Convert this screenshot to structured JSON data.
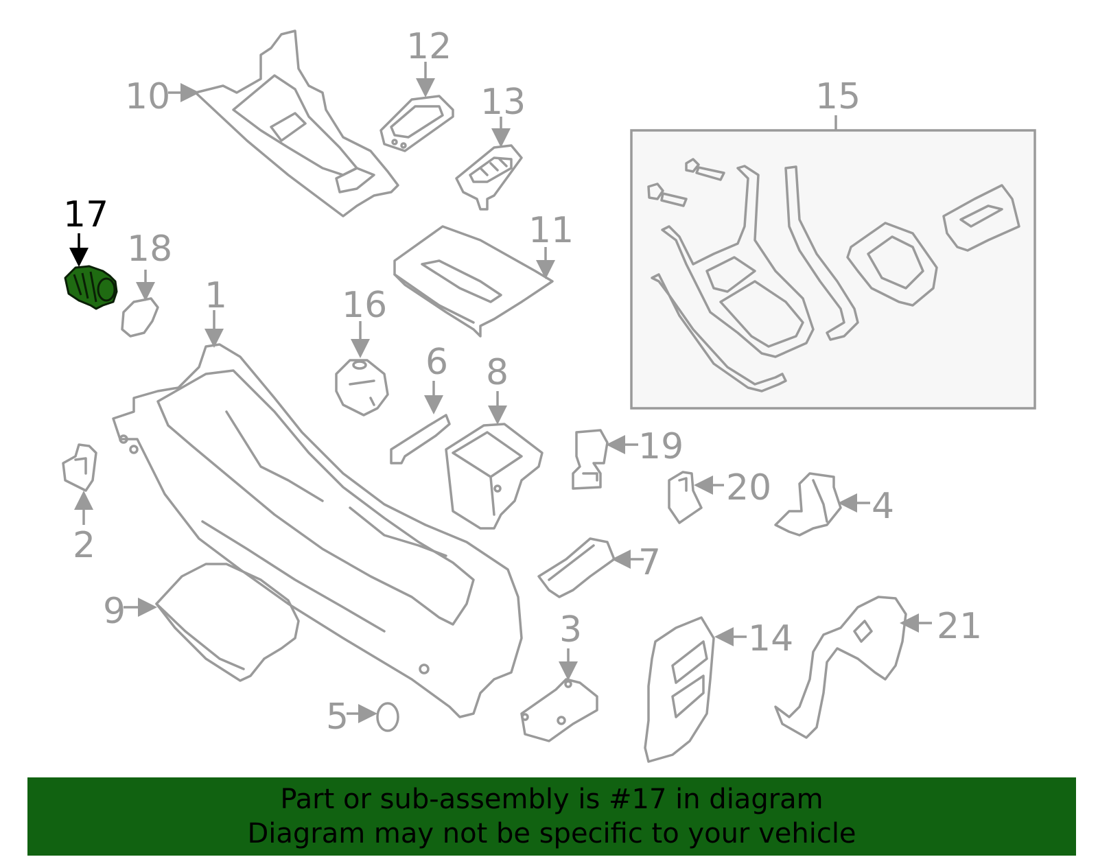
{
  "callouts": {
    "c1": "1",
    "c2": "2",
    "c3": "3",
    "c4": "4",
    "c5": "5",
    "c6": "6",
    "c7": "7",
    "c8": "8",
    "c9": "9",
    "c10": "10",
    "c11": "11",
    "c12": "12",
    "c13": "13",
    "c14": "14",
    "c15": "15",
    "c16": "16",
    "c17": "17",
    "c18": "18",
    "c19": "19",
    "c20": "20",
    "c21": "21"
  },
  "highlighted_part": "17",
  "colors": {
    "banner": "#116211",
    "highlight_part": "#1f6b12",
    "line_art": "#9a9a9a",
    "inset_bg": "#f7f7f7"
  },
  "banner": {
    "line1": "Part or sub-assembly is #17 in diagram",
    "line2": "Diagram may not be specific to your vehicle"
  }
}
